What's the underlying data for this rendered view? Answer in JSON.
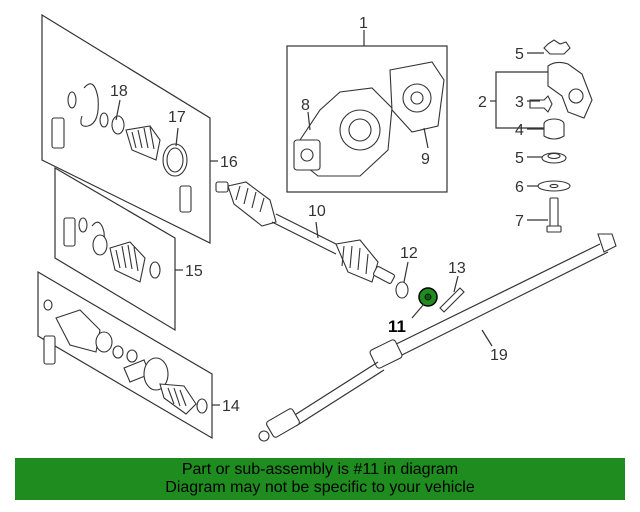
{
  "colors": {
    "banner_background": "#1e8c1e",
    "highlight_part": "#1e8c1e",
    "line": "#333333"
  },
  "callouts": {
    "n1": "1",
    "n2": "2",
    "n3": "3",
    "n4": "4",
    "n5a": "5",
    "n5b": "5",
    "n6": "6",
    "n7": "7",
    "n8": "8",
    "n9": "9",
    "n10": "10",
    "n11": "11",
    "n12": "12",
    "n13": "13",
    "n14": "14",
    "n15": "15",
    "n16": "16",
    "n17": "17",
    "n18": "18",
    "n19": "19"
  },
  "banner": {
    "line1": "Part or sub-assembly is #11 in diagram",
    "line2": "Diagram may not be specific to your vehicle"
  }
}
